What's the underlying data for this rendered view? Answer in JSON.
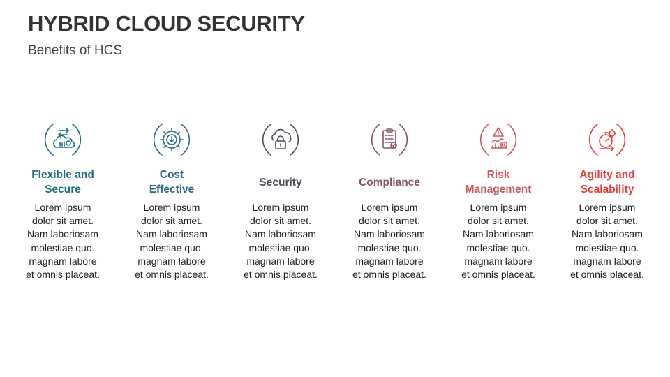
{
  "page": {
    "title": "HYBRID CLOUD SECURITY",
    "subtitle": "Benefits of HCS"
  },
  "benefits": [
    {
      "heading_line1": "Flexible and",
      "heading_line2": "Secure",
      "color": "#1b6f7f",
      "icon": "cloud-network-icon",
      "body": [
        "Lorem ipsum",
        "dolor sit amet.",
        "Nam laboriosam",
        "molestiae quo.",
        "magnam labore",
        "et omnis placeat."
      ]
    },
    {
      "heading_line1": "Cost",
      "heading_line2": "Effective",
      "color": "#2c6a86",
      "icon": "gear-download-icon",
      "body": [
        "Lorem ipsum",
        "dolor sit amet.",
        "Nam laboriosam",
        "molestiae quo.",
        "magnam labore",
        "et omnis placeat."
      ]
    },
    {
      "heading_line1": "Security",
      "heading_line2": "",
      "color": "#4d4f5c",
      "icon": "cloud-lock-icon",
      "body": [
        "Lorem ipsum",
        "dolor sit amet.",
        "Nam laboriosam",
        "molestiae quo.",
        "magnam labore",
        "et omnis placeat."
      ]
    },
    {
      "heading_line1": "Compliance",
      "heading_line2": "",
      "color": "#8a5560",
      "icon": "clipboard-check-icon",
      "body": [
        "Lorem ipsum",
        "dolor sit amet.",
        "Nam laboriosam",
        "molestiae quo.",
        "magnam labore",
        "et omnis placeat."
      ]
    },
    {
      "heading_line1": "Risk",
      "heading_line2": "Management",
      "color": "#c85a60",
      "icon": "risk-chart-icon",
      "body": [
        "Lorem ipsum",
        "dolor sit amet.",
        "Nam laboriosam",
        "molestiae quo.",
        "magnam labore",
        "et omnis placeat."
      ]
    },
    {
      "heading_line1": "Agility and",
      "heading_line2": "Scalability",
      "color": "#e43b3b",
      "icon": "stopwatch-gear-icon",
      "body": [
        "Lorem ipsum",
        "dolor sit amet.",
        "Nam laboriosam",
        "molestiae quo.",
        "magnam labore",
        "et omnis placeat."
      ]
    }
  ]
}
